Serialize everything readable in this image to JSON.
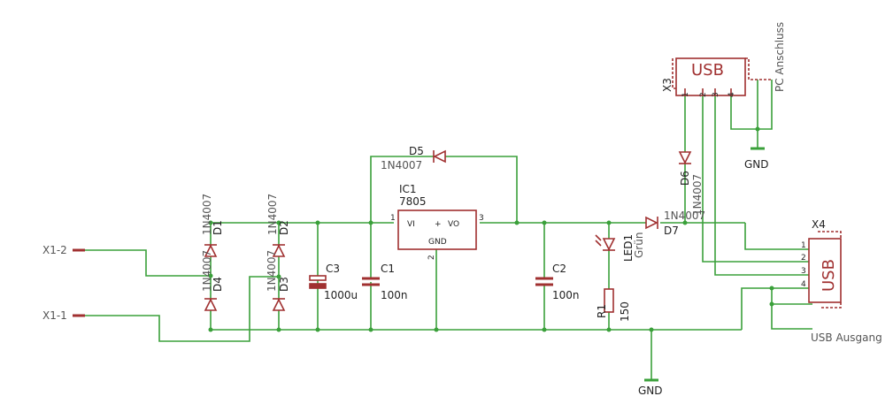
{
  "colors": {
    "wire": "#3aa03a",
    "part": "#a03030",
    "junction": "#3aa03a",
    "text": "#222222"
  },
  "labels": {
    "x1_2": "X1-2",
    "x1_1": "X1-1",
    "d1_type": "1N4007",
    "d1_name": "D1",
    "d2_type": "1N4007",
    "d2_name": "D2",
    "d4_type": "1N4007",
    "d4_name": "D4",
    "d3_type": "1N4007",
    "d3_name": "D3",
    "c3_name": "C3",
    "c3_value": "1000u",
    "c1_name": "C1",
    "c1_value": "100n",
    "c2_name": "C2",
    "c2_value": "100n",
    "ic1_name": "IC1",
    "ic1_type": "7805",
    "ic_vi": "VI",
    "ic_vo": "VO",
    "ic_gnd": "GND",
    "ic_plus": "+",
    "pin1": "1",
    "pin2": "2",
    "pin3": "3",
    "d5_name": "D5",
    "d5_type": "1N4007",
    "led_name": "LED1",
    "led_type": "Grün",
    "r1_name": "R1",
    "r1_value": "150",
    "d7_type": "1N4007",
    "d7_name": "D7",
    "d6_name": "D6",
    "d6_type": "1N4007",
    "x3_name": "X3",
    "x3_usb": "USB",
    "x3_note": "PC Anschluss",
    "x4_name": "X4",
    "x4_usb": "USB",
    "x4_note": "USB Ausgang",
    "gnd": "GND",
    "pins": [
      "1",
      "2",
      "3",
      "4"
    ]
  }
}
